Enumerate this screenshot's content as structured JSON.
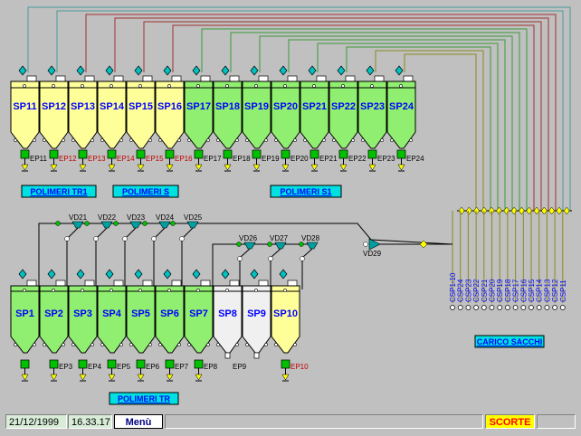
{
  "silos_top": [
    {
      "label": "SP11",
      "color": "yellow",
      "valve": "EP11",
      "valve_color": "black"
    },
    {
      "label": "SP12",
      "color": "yellow",
      "valve": "EP12",
      "valve_color": "red"
    },
    {
      "label": "SP13",
      "color": "yellow",
      "valve": "EP13",
      "valve_color": "red"
    },
    {
      "label": "SP14",
      "color": "yellow",
      "valve": "EP14",
      "valve_color": "red"
    },
    {
      "label": "SP15",
      "color": "yellow",
      "valve": "EP15",
      "valve_color": "red"
    },
    {
      "label": "SP16",
      "color": "yellow",
      "valve": "EP16",
      "valve_color": "red"
    },
    {
      "label": "SP17",
      "color": "green",
      "valve": "EP17",
      "valve_color": "black"
    },
    {
      "label": "SP18",
      "color": "green",
      "valve": "EP18",
      "valve_color": "black"
    },
    {
      "label": "SP19",
      "color": "green",
      "valve": "EP19",
      "valve_color": "black"
    },
    {
      "label": "SP20",
      "color": "green",
      "valve": "EP20",
      "valve_color": "black"
    },
    {
      "label": "SP21",
      "color": "green",
      "valve": "EP21",
      "valve_color": "black"
    },
    {
      "label": "SP22",
      "color": "green",
      "valve": "EP22",
      "valve_color": "black"
    },
    {
      "label": "SP23",
      "color": "green",
      "valve": "EP23",
      "valve_color": "black"
    },
    {
      "label": "SP24",
      "color": "green",
      "valve": "EP24",
      "valve_color": "black"
    }
  ],
  "silos_bottom": [
    {
      "label": "SP1",
      "color": "green",
      "valve": "",
      "valve_color": "black"
    },
    {
      "label": "SP2",
      "color": "green",
      "valve": "EP3",
      "valve_color": "black"
    },
    {
      "label": "SP3",
      "color": "green",
      "valve": "EP4",
      "valve_color": "black"
    },
    {
      "label": "SP4",
      "color": "green",
      "valve": "EP5",
      "valve_color": "black"
    },
    {
      "label": "SP5",
      "color": "green",
      "valve": "EP6",
      "valve_color": "black"
    },
    {
      "label": "SP6",
      "color": "green",
      "valve": "EP7",
      "valve_color": "black"
    },
    {
      "label": "SP7",
      "color": "green",
      "valve": "EP8",
      "valve_color": "black"
    },
    {
      "label": "SP8",
      "color": "white",
      "valve": "EP9",
      "valve_color": "black"
    },
    {
      "label": "SP9",
      "color": "white",
      "valve": "",
      "valve_color": "black"
    },
    {
      "label": "SP10",
      "color": "yellow",
      "valve": "EP10",
      "valve_color": "red"
    }
  ],
  "diverters_upper": [
    "VD21",
    "VD22",
    "VD23",
    "VD24",
    "VD25"
  ],
  "diverters_lower": [
    "VD26",
    "VD27",
    "VD28"
  ],
  "diverter_main": "VD29",
  "group_labels": {
    "tr1": "POLIMERI  TR1",
    "s": "POLIMERI  S",
    "s1": "POLIMERI  S1",
    "tr": "POLIMERI  TR",
    "carico": "CARICO SACCHI"
  },
  "bag_stations": [
    "CSP1-10",
    "CSP24",
    "CSP23",
    "CSP22",
    "CSP21",
    "CSP20",
    "CSP19",
    "CSP18",
    "CSP17",
    "CSP16",
    "CSP15",
    "CSP14",
    "CSP13",
    "CSP12",
    "CSP11"
  ],
  "status": {
    "date": "21/12/1999",
    "time": "16.33.17",
    "menu": "Menù",
    "scorte": "SCORTE"
  },
  "colors": {
    "background": "#c0c0c0",
    "silo_green": "#90ee70",
    "silo_yellow": "#ffff99",
    "silo_white": "#f0f0f0",
    "silo_label": "#0000ff",
    "group_label_bg": "#00e0e0",
    "group_label_text": "#0000ff",
    "line_teal": "#4a9a9a",
    "line_red": "#a03030",
    "line_green": "#3a9a3a",
    "line_olive": "#8a8a20",
    "junction": "#ffff00",
    "valve_green": "#00c000",
    "diverter": "#00a0a0"
  }
}
